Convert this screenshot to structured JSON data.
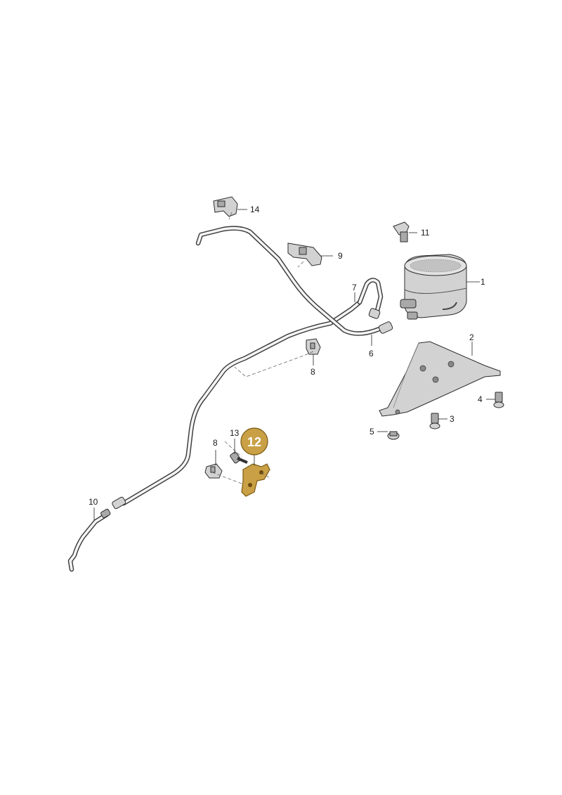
{
  "diagram": {
    "callouts": [
      {
        "id": "1",
        "text": "1"
      },
      {
        "id": "2",
        "text": "2"
      },
      {
        "id": "3",
        "text": "3"
      },
      {
        "id": "4",
        "text": "4"
      },
      {
        "id": "5",
        "text": "5"
      },
      {
        "id": "6",
        "text": "6"
      },
      {
        "id": "7",
        "text": "7"
      },
      {
        "id": "8a",
        "text": "8"
      },
      {
        "id": "8b",
        "text": "8"
      },
      {
        "id": "9",
        "text": "9"
      },
      {
        "id": "10",
        "text": "10"
      },
      {
        "id": "11",
        "text": "11"
      },
      {
        "id": "12",
        "text": "12"
      },
      {
        "id": "13",
        "text": "13"
      },
      {
        "id": "14",
        "text": "14"
      }
    ],
    "highlight": {
      "text": "12",
      "color": "#c9a045"
    }
  }
}
